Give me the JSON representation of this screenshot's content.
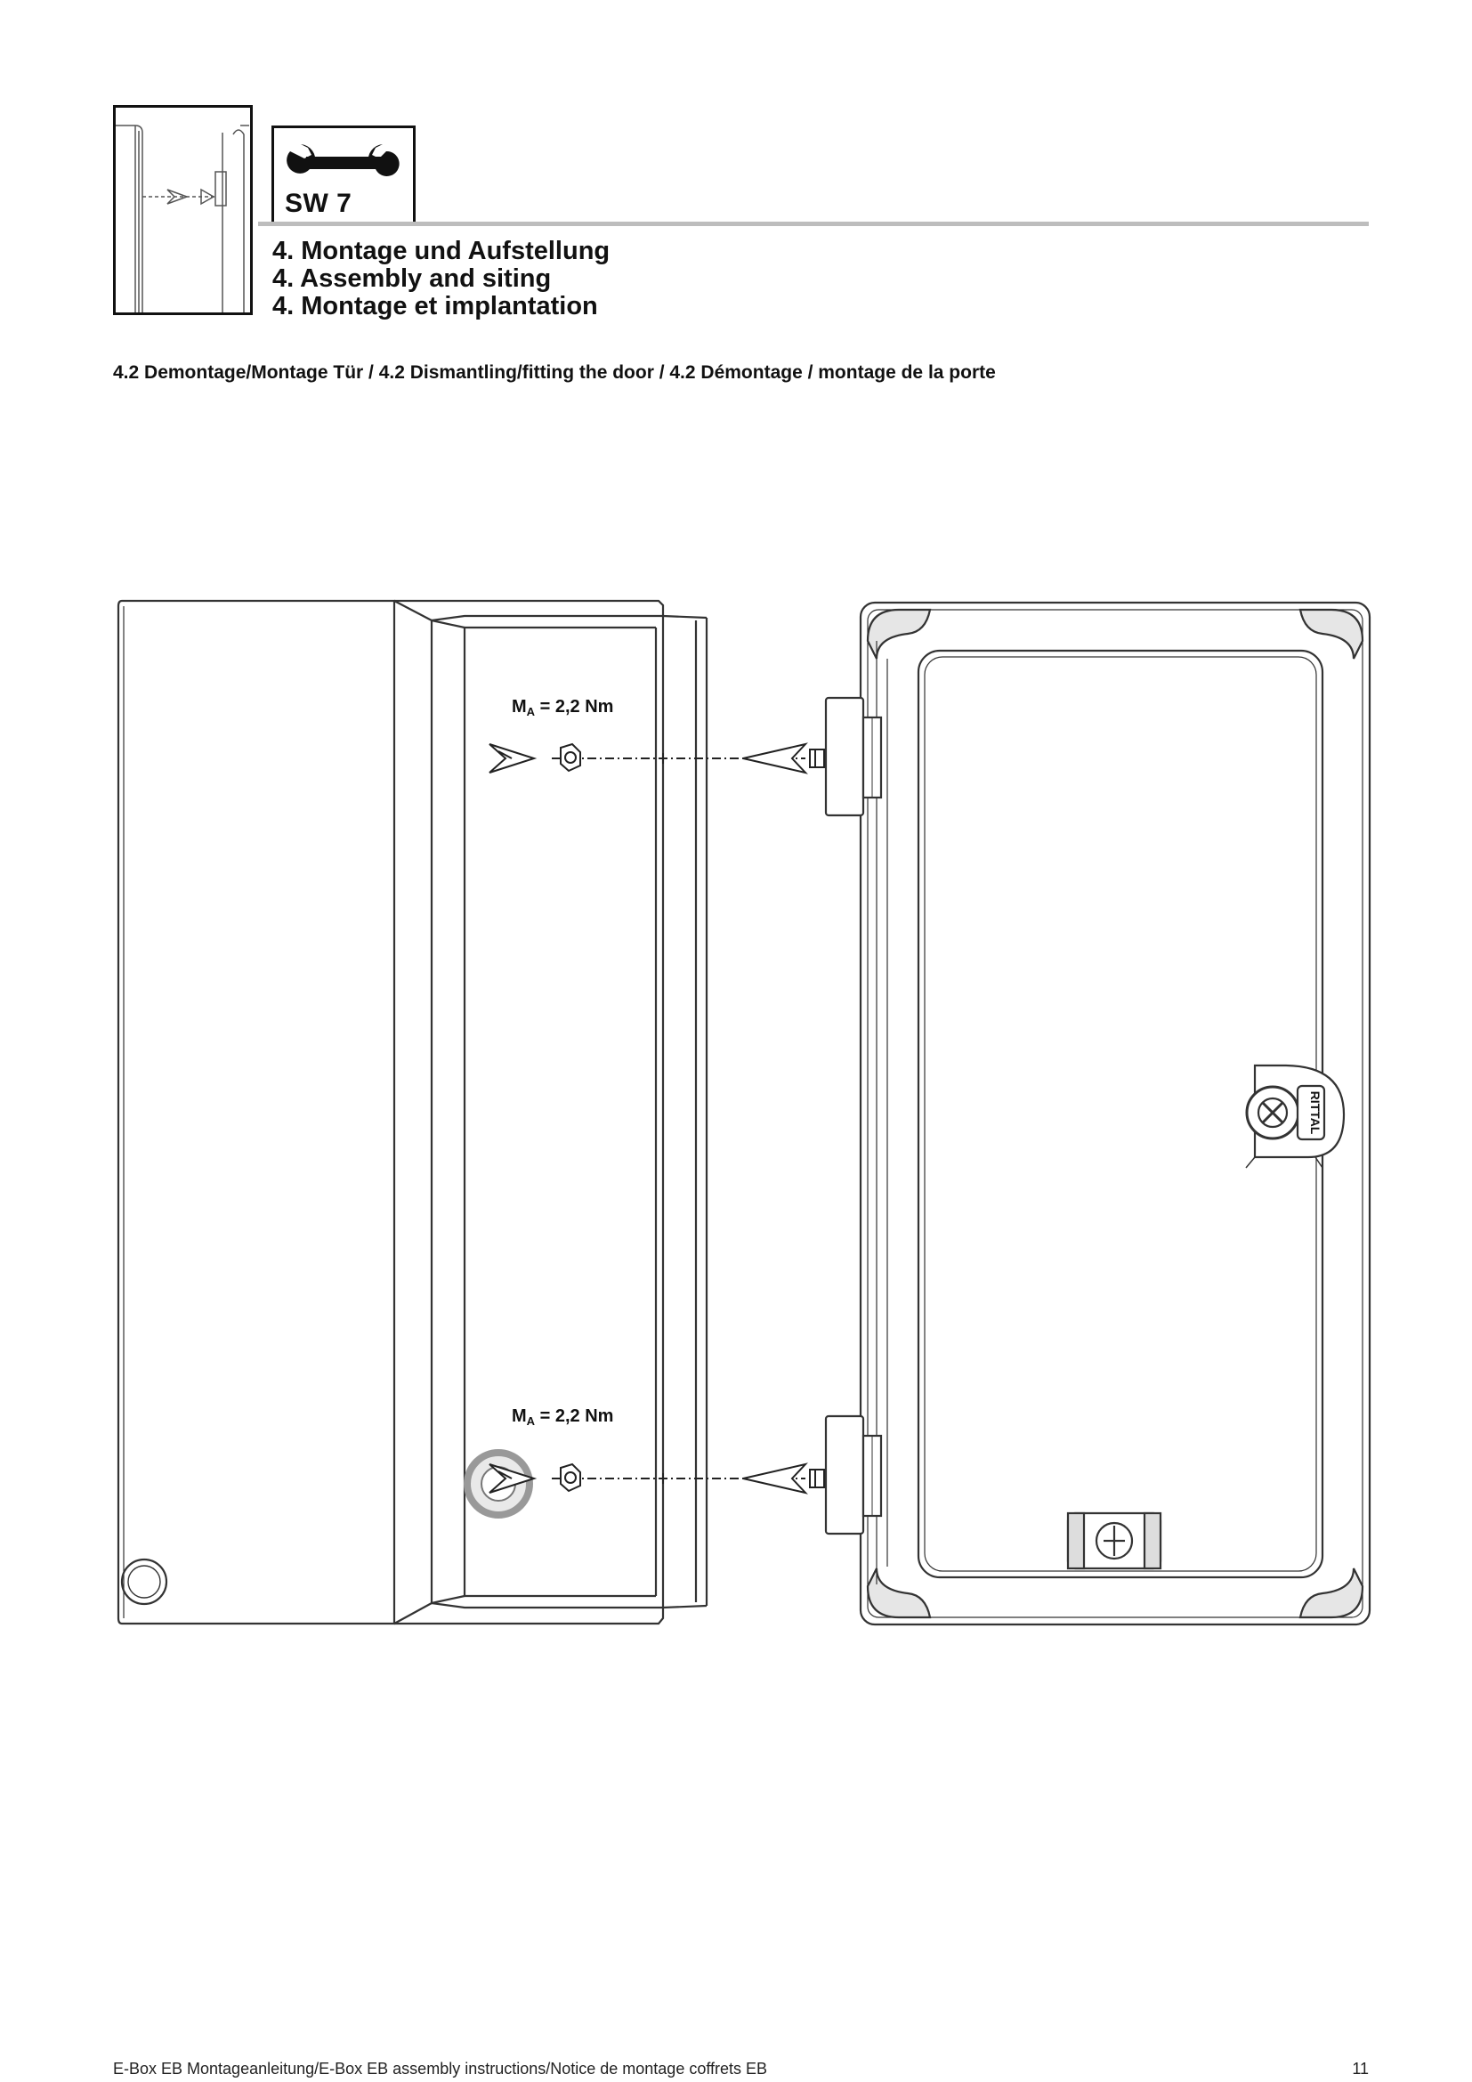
{
  "header": {
    "tool_label": "SW 7",
    "tool_icon": "wrench-icon",
    "chapter_titles": [
      "4. Montage und Aufstellung",
      "4. Assembly and siting",
      "4. Montage et implantation"
    ]
  },
  "section_heading": "4.2 Demontage/Montage Tür / 4.2 Dismantling/fitting the door / 4.2 Démontage / montage de la porte",
  "diagram": {
    "torque_labels": [
      {
        "symbol": "M",
        "subscript": "A",
        "value": " = 2,2 Nm"
      },
      {
        "symbol": "M",
        "subscript": "A",
        "value": " = 2,2 Nm"
      }
    ],
    "door_logo": "RITTAL"
  },
  "footer": {
    "text": "E-Box EB Montageanleitung/E-Box EB assembly instructions/Notice de montage coffrets EB",
    "page_number": "11"
  }
}
